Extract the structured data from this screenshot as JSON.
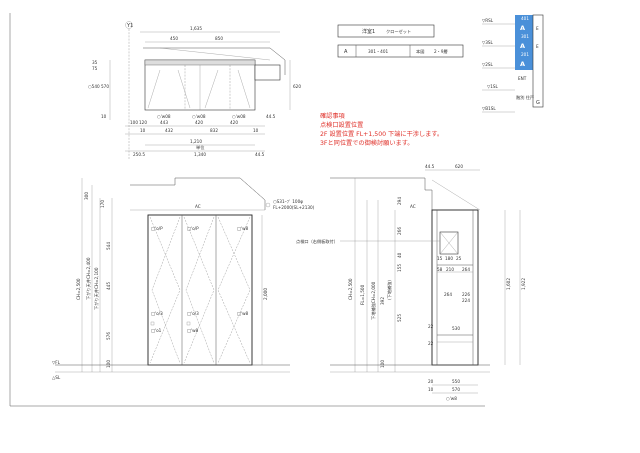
{
  "title_block": {
    "room_name": "洋室1",
    "item_name": "クローゼット",
    "type_code": "A",
    "unit_numbers": "301・401",
    "drawing_label": "本図",
    "scale_note": "2・9層"
  },
  "notes": {
    "heading": "確認事項",
    "lines": [
      "点検口設置位置",
      "2F 設置位置 FL+1,500 下端に干渉します。",
      "3Fと同位置での御検討願います。"
    ]
  },
  "plan": {
    "grid_label": "Y1",
    "top_overall": "1,635",
    "top_dims": [
      "450",
      "850"
    ],
    "left_dims": [
      "35",
      "75",
      "570",
      "10"
    ],
    "side_label": "○540",
    "right_dims": [
      "620",
      "44.5"
    ],
    "lower_dims": [
      "443",
      "420",
      "420",
      "100",
      "120",
      "432",
      "10",
      "832",
      "10"
    ],
    "pin_labels": [
      "○'w08",
      "○'w08",
      "○'w08"
    ],
    "overall_width": "1,210",
    "sub_label": "単位",
    "bottom_dims": [
      "250.5",
      "1,340",
      "44.5"
    ]
  },
  "front": {
    "ac_label": "AC",
    "callout_lines": [
      "○S31ｰﾌﾞ 100φ",
      "FL+2000(SL+2130)"
    ],
    "door_marks": [
      "□'o/P",
      "□'o/P",
      "□'w8",
      "□'o/3",
      "□'o/3",
      "□'o1",
      "□'w8",
      "□'w8"
    ],
    "left_dims": [
      "300",
      "170",
      "544",
      "445",
      "576",
      "100"
    ],
    "left_vertical_labels": [
      "CH=2,500",
      "下がり天井CH=2,400",
      "下がり天井CH=2,100"
    ],
    "right_dim": "2,000",
    "level_labels": [
      "▽FL",
      "△SL"
    ]
  },
  "section": {
    "ac_label": "AC",
    "top_dims": [
      "44.5",
      "620"
    ],
    "inspection_label": "点検口（右側板取付）",
    "inner_dims": [
      "15",
      "180",
      "25",
      "58",
      "210",
      "264",
      "264",
      "226",
      "224",
      "530",
      "22",
      "22"
    ],
    "left_dims": [
      "294",
      "266",
      "40",
      "155",
      "525",
      "392",
      "100"
    ],
    "left_vertical_labels": [
      "CH=2,500",
      "FL=1,500",
      "下地補強CH=2,000",
      "(下地補強)"
    ],
    "right_dims": [
      "1,602",
      "1,922"
    ],
    "bottom_dims": [
      "20",
      "550",
      "10",
      "570",
      "○'w8"
    ]
  },
  "level_panel": {
    "levels": [
      "▽RSL",
      "▽3SL",
      "▽2SL",
      "▽1SL",
      "▽B1SL"
    ],
    "badges": [
      "A",
      "A",
      "A"
    ],
    "badge_nums": [
      "401",
      "301",
      "201"
    ],
    "side_letters": [
      "E",
      "E",
      "G"
    ],
    "ent_label": "ENT",
    "floor_label": "階別 住戸"
  }
}
